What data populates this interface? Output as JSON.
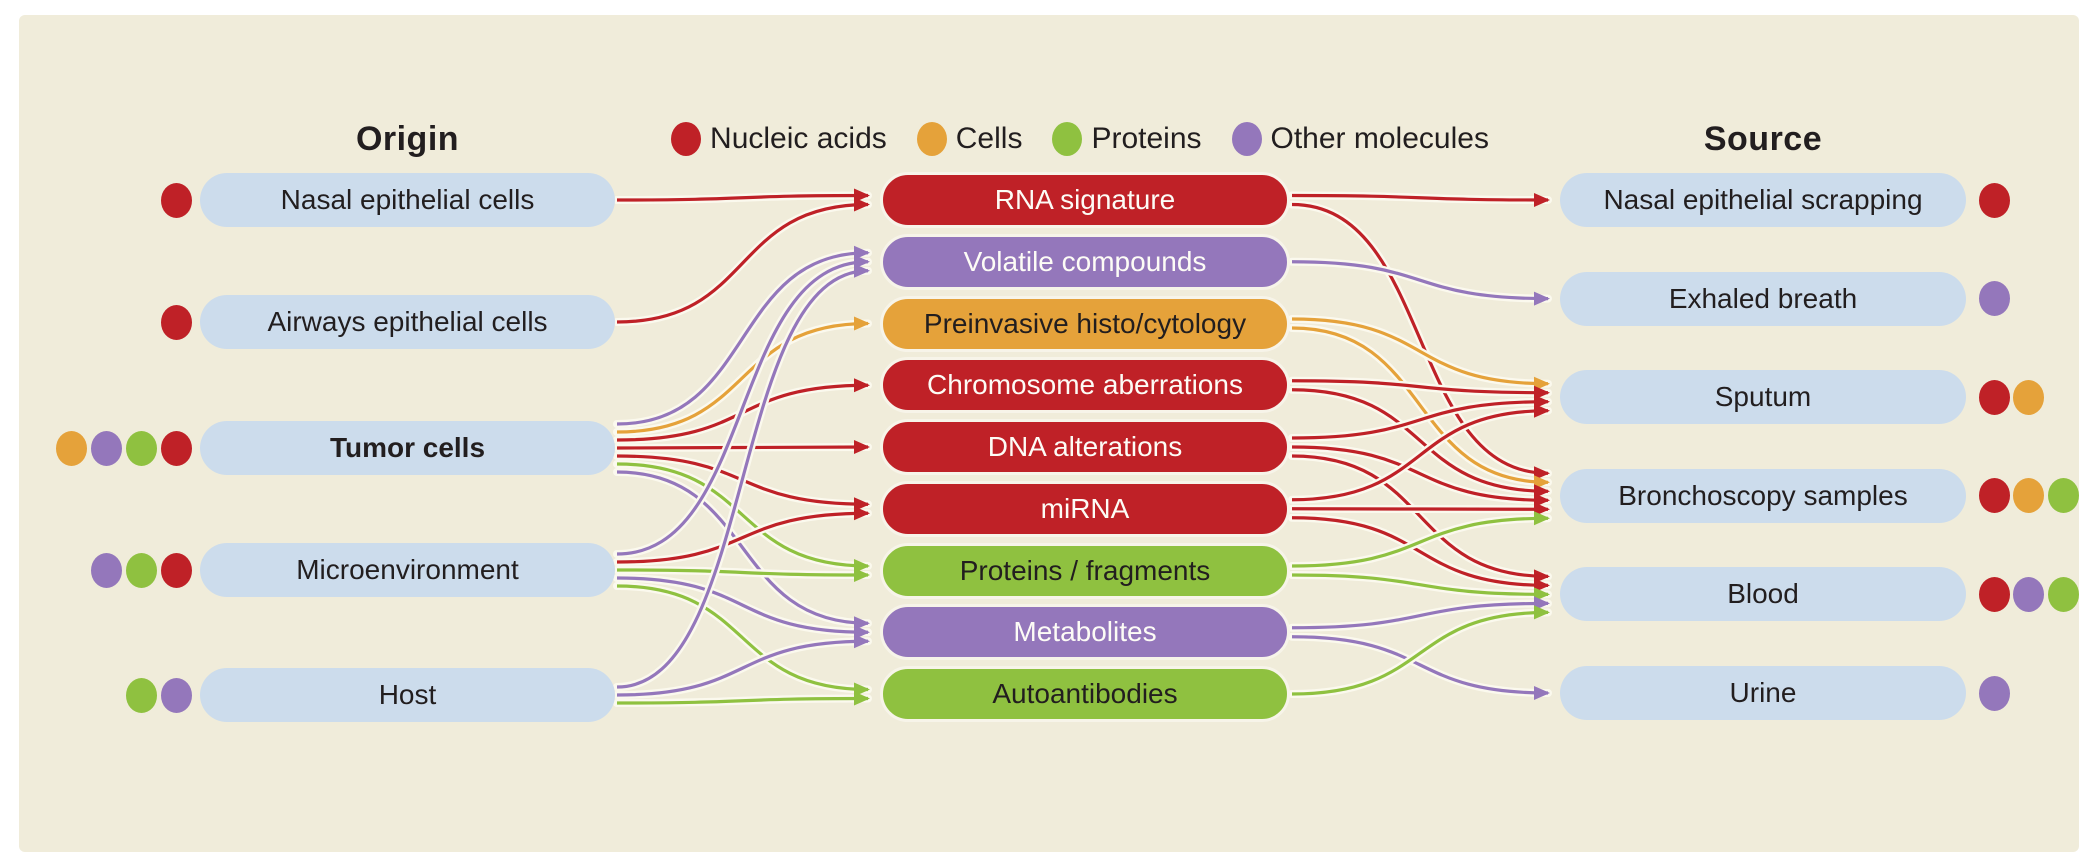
{
  "figure": {
    "page_background": "#ffffff",
    "panel_background": "#f0ecda",
    "node_pill_color": "#ccdcec",
    "headers": {
      "origin": "Origin",
      "source": "Source"
    },
    "legend": [
      {
        "key": "nucleic",
        "label": "Nucleic acids",
        "color": "#bf2127"
      },
      {
        "key": "cells",
        "label": "Cells",
        "color": "#e5a23a"
      },
      {
        "key": "proteins",
        "label": "Proteins",
        "color": "#8fc140"
      },
      {
        "key": "other",
        "label": "Other molecules",
        "color": "#9477bb"
      }
    ],
    "origins": [
      {
        "id": "nasal-epithelial-cells",
        "label": "Nasal epithelial cells",
        "bold": false,
        "dots": [
          "nucleic"
        ]
      },
      {
        "id": "airways-epithelial-cells",
        "label": "Airways epithelial cells",
        "bold": false,
        "dots": [
          "nucleic"
        ]
      },
      {
        "id": "tumor-cells",
        "label": "Tumor cells",
        "bold": true,
        "dots": [
          "cells",
          "other",
          "proteins",
          "nucleic"
        ]
      },
      {
        "id": "microenvironment",
        "label": "Microenvironment",
        "bold": false,
        "dots": [
          "other",
          "proteins",
          "nucleic"
        ]
      },
      {
        "id": "host",
        "label": "Host",
        "bold": false,
        "dots": [
          "proteins",
          "other"
        ]
      }
    ],
    "biomarkers": [
      {
        "id": "rna-signature",
        "label": "RNA signature",
        "category": "nucleic",
        "text_tone": "light"
      },
      {
        "id": "volatile-compounds",
        "label": "Volatile compounds",
        "category": "other",
        "text_tone": "light"
      },
      {
        "id": "preinvasive-histo-cytology",
        "label": "Preinvasive histo/cytology",
        "category": "cells",
        "text_tone": "dark"
      },
      {
        "id": "chromosome-aberrations",
        "label": "Chromosome aberrations",
        "category": "nucleic",
        "text_tone": "light"
      },
      {
        "id": "dna-alterations",
        "label": "DNA alterations",
        "category": "nucleic",
        "text_tone": "light"
      },
      {
        "id": "mirna",
        "label": "miRNA",
        "category": "nucleic",
        "text_tone": "light"
      },
      {
        "id": "proteins-fragments",
        "label": "Proteins / fragments",
        "category": "proteins",
        "text_tone": "dark"
      },
      {
        "id": "metabolites",
        "label": "Metabolites",
        "category": "other",
        "text_tone": "light"
      },
      {
        "id": "autoantibodies",
        "label": "Autoantibodies",
        "category": "proteins",
        "text_tone": "dark"
      }
    ],
    "sources": [
      {
        "id": "nasal-epithelial-scrapping",
        "label": "Nasal epithelial scrapping",
        "dots": [
          "nucleic"
        ]
      },
      {
        "id": "exhaled-breath",
        "label": "Exhaled breath",
        "dots": [
          "other"
        ]
      },
      {
        "id": "sputum",
        "label": "Sputum",
        "dots": [
          "nucleic",
          "cells"
        ]
      },
      {
        "id": "bronchoscopy-samples",
        "label": "Bronchoscopy samples",
        "dots": [
          "nucleic",
          "cells",
          "proteins"
        ]
      },
      {
        "id": "blood",
        "label": "Blood",
        "dots": [
          "nucleic",
          "other",
          "proteins"
        ]
      },
      {
        "id": "urine",
        "label": "Urine",
        "dots": [
          "other"
        ]
      }
    ],
    "links_origin_to_biomarker": [
      {
        "from": "nasal-epithelial-cells",
        "to": "rna-signature",
        "category": "nucleic"
      },
      {
        "from": "airways-epithelial-cells",
        "to": "rna-signature",
        "category": "nucleic"
      },
      {
        "from": "tumor-cells",
        "to": "volatile-compounds",
        "category": "other"
      },
      {
        "from": "tumor-cells",
        "to": "preinvasive-histo-cytology",
        "category": "cells"
      },
      {
        "from": "tumor-cells",
        "to": "chromosome-aberrations",
        "category": "nucleic"
      },
      {
        "from": "tumor-cells",
        "to": "dna-alterations",
        "category": "nucleic"
      },
      {
        "from": "tumor-cells",
        "to": "mirna",
        "category": "nucleic"
      },
      {
        "from": "tumor-cells",
        "to": "proteins-fragments",
        "category": "proteins"
      },
      {
        "from": "tumor-cells",
        "to": "metabolites",
        "category": "other"
      },
      {
        "from": "microenvironment",
        "to": "volatile-compounds",
        "category": "other"
      },
      {
        "from": "microenvironment",
        "to": "mirna",
        "category": "nucleic"
      },
      {
        "from": "microenvironment",
        "to": "proteins-fragments",
        "category": "proteins"
      },
      {
        "from": "microenvironment",
        "to": "metabolites",
        "category": "other"
      },
      {
        "from": "microenvironment",
        "to": "autoantibodies",
        "category": "proteins"
      },
      {
        "from": "host",
        "to": "volatile-compounds",
        "category": "other"
      },
      {
        "from": "host",
        "to": "metabolites",
        "category": "other"
      },
      {
        "from": "host",
        "to": "autoantibodies",
        "category": "proteins"
      }
    ],
    "links_biomarker_to_source": [
      {
        "from": "rna-signature",
        "to": "nasal-epithelial-scrapping",
        "category": "nucleic"
      },
      {
        "from": "rna-signature",
        "to": "bronchoscopy-samples",
        "category": "nucleic"
      },
      {
        "from": "volatile-compounds",
        "to": "exhaled-breath",
        "category": "other"
      },
      {
        "from": "preinvasive-histo-cytology",
        "to": "sputum",
        "category": "cells"
      },
      {
        "from": "preinvasive-histo-cytology",
        "to": "bronchoscopy-samples",
        "category": "cells"
      },
      {
        "from": "chromosome-aberrations",
        "to": "sputum",
        "category": "nucleic"
      },
      {
        "from": "chromosome-aberrations",
        "to": "bronchoscopy-samples",
        "category": "nucleic"
      },
      {
        "from": "dna-alterations",
        "to": "sputum",
        "category": "nucleic"
      },
      {
        "from": "dna-alterations",
        "to": "bronchoscopy-samples",
        "category": "nucleic"
      },
      {
        "from": "dna-alterations",
        "to": "blood",
        "category": "nucleic"
      },
      {
        "from": "mirna",
        "to": "sputum",
        "category": "nucleic"
      },
      {
        "from": "mirna",
        "to": "bronchoscopy-samples",
        "category": "nucleic"
      },
      {
        "from": "mirna",
        "to": "blood",
        "category": "nucleic"
      },
      {
        "from": "proteins-fragments",
        "to": "bronchoscopy-samples",
        "category": "proteins"
      },
      {
        "from": "proteins-fragments",
        "to": "blood",
        "category": "proteins"
      },
      {
        "from": "metabolites",
        "to": "blood",
        "category": "other"
      },
      {
        "from": "metabolites",
        "to": "urine",
        "category": "other"
      },
      {
        "from": "autoantibodies",
        "to": "blood",
        "category": "proteins"
      }
    ]
  }
}
